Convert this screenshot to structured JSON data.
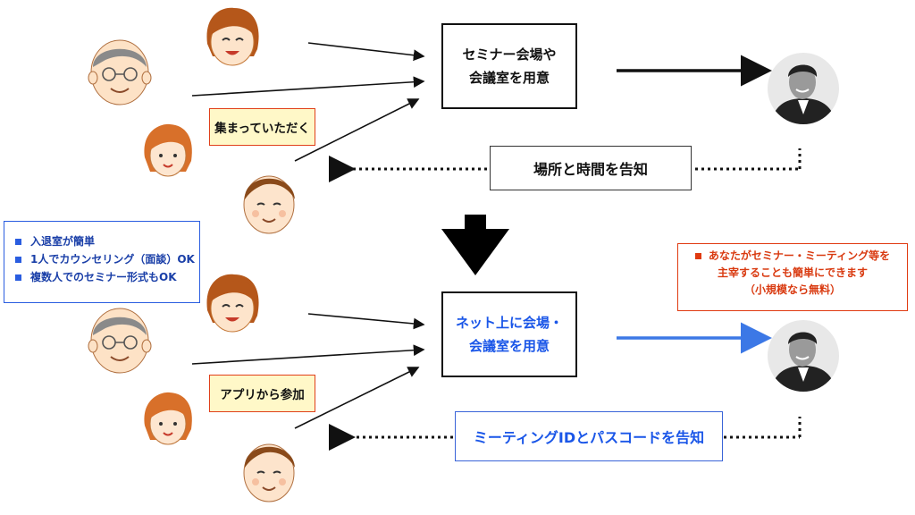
{
  "top": {
    "venue": [
      "セミナー会場や",
      "会議室を用意"
    ],
    "gather_tag": "集まっていただく",
    "announce": "場所と時間を告知"
  },
  "bottom": {
    "venue": [
      "ネット上に会場・",
      "会議室を用意"
    ],
    "app_tag": "アプリから参加",
    "announce": "ミーティングIDとパスコードを告知",
    "features": [
      "入退室が簡単",
      "1人でカウンセリング（面談）OK",
      "複数人でのセミナー形式もOK"
    ],
    "note": [
      "あなたがセミナー・ミーティング等を",
      "主宰することも簡単にできます",
      "（小規模なら無料）"
    ]
  },
  "colors": {
    "blue_text": "#1a56e8",
    "orange_border": "#e0401a",
    "tag_fill": "#fff8c8",
    "blue_arrow": "#3c78e6"
  },
  "icons": [
    "woman-icon",
    "older-man-icon",
    "girl-icon",
    "boy-icon",
    "host-photo-icon",
    "down-arrow-icon"
  ]
}
